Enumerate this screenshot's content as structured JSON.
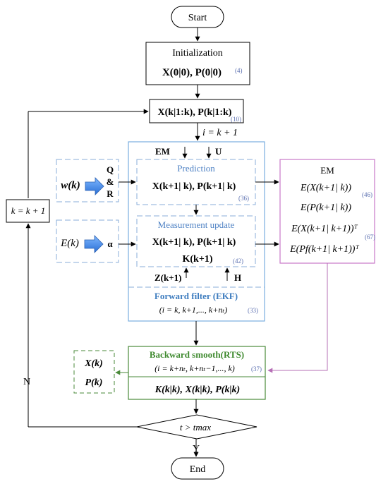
{
  "start": "Start",
  "init": {
    "title": "Initialization",
    "formula": "X(0|0), P(0|0)",
    "ref": "(4)"
  },
  "state_box": {
    "formula": "X(k|1:k), P(k|1:k)",
    "ref": "(10)"
  },
  "i_assign": "i = k + 1",
  "inputs": {
    "em": "EM",
    "u": "U"
  },
  "noise": {
    "w": "w(k)",
    "q": "Q",
    "amp": "&",
    "r": "R"
  },
  "eta": {
    "e": "E(k)",
    "alpha": "α"
  },
  "prediction": {
    "title": "Prediction",
    "formula": "X(k+1| k), P(k+1| k)",
    "ref": "(36)"
  },
  "measurement": {
    "title": "Measurement update",
    "formula": "X(k+1| k), P(k+1| k)",
    "gain": "K(k+1)",
    "ref": "(42)"
  },
  "z_label": "Z(k+1)",
  "h_label": "H",
  "forward": {
    "title": "Forward filter (EKF)",
    "range": "(i = k, k+1,..., k+nₜ)",
    "ref": "(33)"
  },
  "em_box": {
    "title": "EM",
    "l1": "E(X(k+1| k))",
    "r1": "(46)",
    "l2": "E(P(k+1| k))",
    "l3": "E(X(k+1| k+1))ᵀ",
    "r3": "(67)",
    "l4": "E(Pf(k+1| k+1))ᵀ"
  },
  "k_update": "k = k + 1",
  "backward": {
    "title": "Backward smooth(RTS)",
    "range": "(i = k+nₜ, k+nₜ−1,..., k)",
    "ref": "(37)",
    "formula": "K(k|k), X(k|k), P(k|k)"
  },
  "output": {
    "x": "X(k)",
    "p": "P(k)"
  },
  "decision": "t > tmax",
  "n_label": "N",
  "y_label": "Y",
  "end": "End"
}
